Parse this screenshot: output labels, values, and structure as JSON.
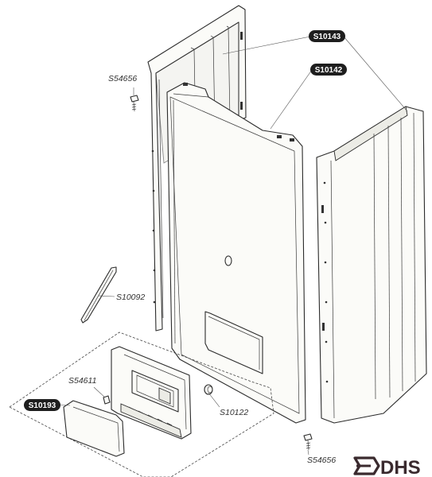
{
  "labels": {
    "top_side_panel_code": "S10143",
    "front_panel_code": "S10142",
    "screw_upper_code": "S54656",
    "rod_code": "S10092",
    "clip_code": "S54611",
    "door_code": "S10193",
    "knob_code": "S10122",
    "screw_lower_code": "S54656"
  },
  "logo": {
    "text": "DHS",
    "color": "#3a2a2e"
  },
  "colors": {
    "badge_fill": "#1e1e1e",
    "line": "#2b2b2b"
  }
}
